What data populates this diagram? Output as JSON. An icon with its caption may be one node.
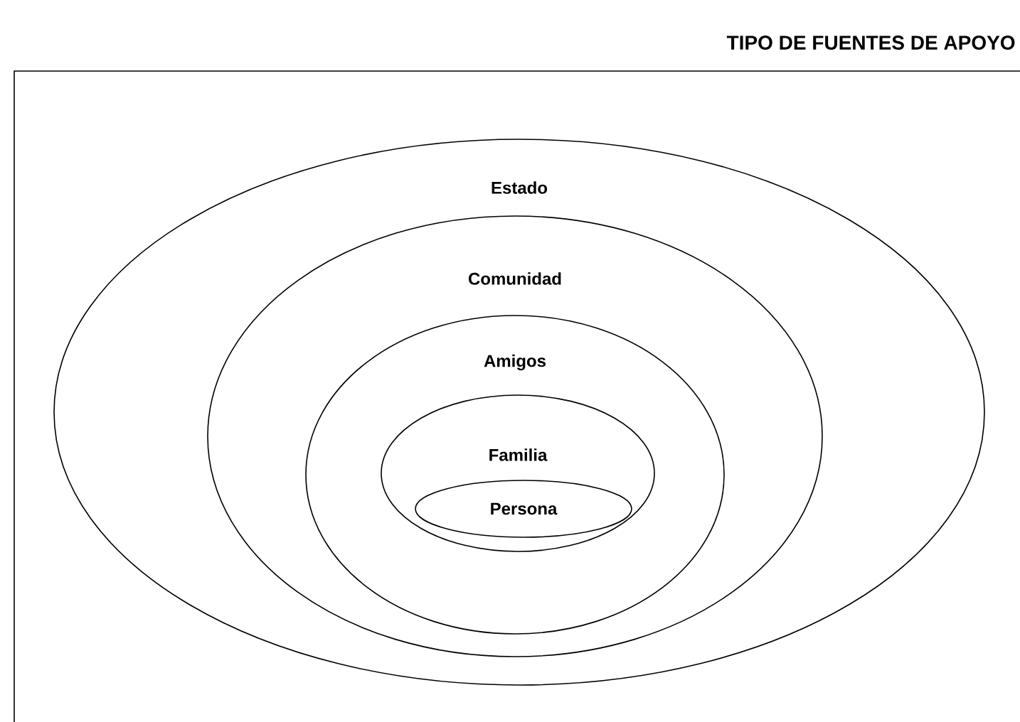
{
  "diagram": {
    "title": "TIPO DE FUENTES DE APOYO",
    "nodes": [
      {
        "text": [
          "Estado"
        ]
      },
      {
        "text": [
          "Comunidad"
        ],
        "in": 0
      },
      {
        "text": [
          "Amigos"
        ],
        "in": 1
      },
      {
        "text": [
          "Familia"
        ],
        "in": 2
      },
      {
        "text": [
          "Persona"
        ],
        "in": 3
      }
    ]
  }
}
